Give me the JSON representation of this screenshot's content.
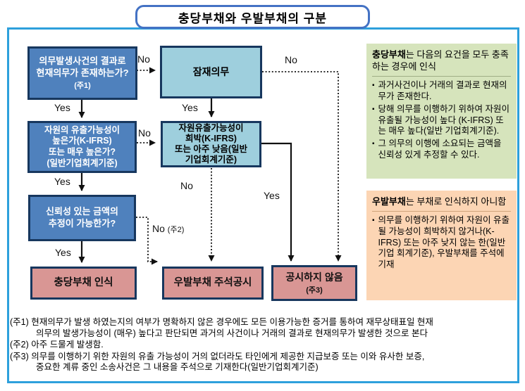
{
  "title": "충당부채와 우발부채의 구분",
  "icons": {
    "bullet": "▪"
  },
  "colors": {
    "frame_border": "#2da0dc",
    "title_border": "#4472c4",
    "question_node_fill": "#4f81bd",
    "potential_node_fill": "#9ecfdd",
    "result_node_fill": "#d99694",
    "node_border": "#17375e",
    "green_panel_fill": "#d6e4bc",
    "orange_panel_fill": "#fcd5b4"
  },
  "flow": {
    "q_obligation": {
      "text": "의무발생사건의 결과로\n현재의무가 존재하는가?",
      "note": "(주1)"
    },
    "q_outflow": {
      "text": "자원의 유출가능성이\n높은가(K-IFRS)\n또는 매우 높은가?\n(일반기업회계기준)"
    },
    "q_estimate": {
      "text": "신뢰성 있는 금액의\n추정이 가능한가?"
    },
    "potential_obligation": {
      "text": "잠재의무"
    },
    "remote_outflow": {
      "text": "자원유출가능성이\n희박(K-IFRS)\n또는 아주 낮음(일반\n기업회계기준)"
    },
    "recognize_provision": {
      "text": "충당부채 인식"
    },
    "disclose_contingent": {
      "text": "우발부채 주석공시"
    },
    "no_disclosure": {
      "text": "공시하지 않음",
      "note": "(주3)"
    }
  },
  "labels": {
    "yes_obligation": "Yes",
    "yes_outflow": "Yes",
    "yes_estimate": "Yes",
    "yes_potential": "Yes",
    "yes_remote": "Yes",
    "no_obligation": "No",
    "no_potential": "No",
    "no_outflow": "No",
    "no_remote": "No",
    "no_estimate": "No",
    "no_estimate_note": "(주2)"
  },
  "panels": {
    "green": {
      "title_bold": "충당부채",
      "title_rest": "는 다음의 요건을 모두 충족하는 경우에 인식",
      "bullets": [
        "과거사건이나 거래의 결과로 현재의무가 존재한다.",
        "당해 의무를 이행하기 위하여 자원이 유출될 가능성이 높다 (K-IFRS) 또는 매우 높다(일반 기업회계기준).",
        "그 의무의 이행에 소요되는 금액을 신뢰성 있게 추정할 수 있다."
      ]
    },
    "orange": {
      "title_bold": "우발부채",
      "title_rest": "는 부채로 인식하지 아니함",
      "bullets": [
        "의무를 이행하기 위하여 자원이 유출될 가능성이 희박하지 않거나(K-IFRS) 또는 아주 낮지 않는 한(일반기업 회계기준), 우발부채를 주석에 기재"
      ]
    }
  },
  "footnotes": [
    "(주1) 현재의무가 발생 하였는지의 여부가 명확하지 않은 경우에도 모든 이용가능한 증거를 통하여 재무상태표일 현재\n의무의 발생가능성이 (매우) 높다고 판단되면 과거의 사건이나 거래의 결과로 현재의무가 발생한 것으로 본다",
    "(주2) 아주 드물게 발생함.",
    "(주3) 의무를 이행하기 위한 자원의 유출 가능성이 거의 없더라도 타인에게 제공한 지급보증 또는 이와 유사한 보증,\n중요한 계류 중인 소송사건은 그 내용을 주석으로 기재한다(일반기업회계기준)"
  ]
}
